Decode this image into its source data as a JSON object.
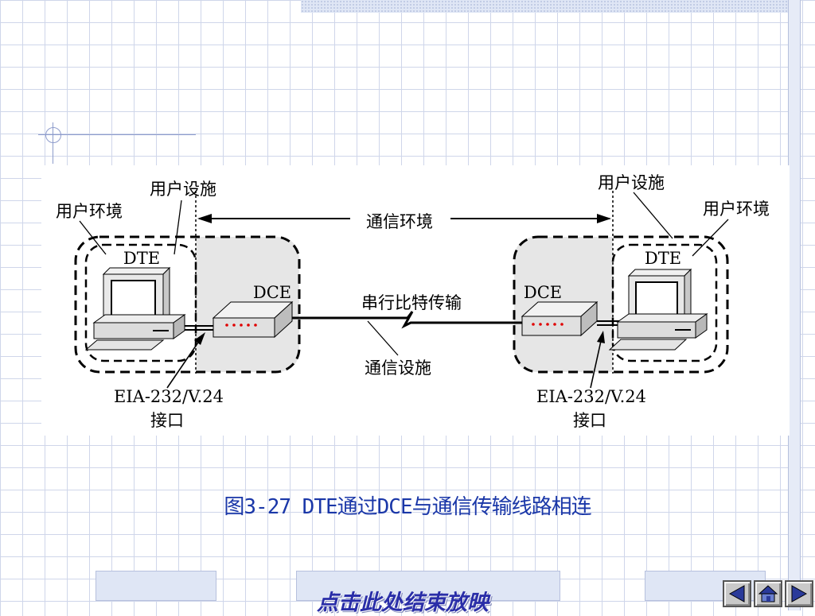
{
  "diagram": {
    "user_facility_left": "用户设施",
    "user_env_left": "用户环境",
    "dte_left": "DTE",
    "dce_left": "DCE",
    "comm_env": "通信环境",
    "serial_transmission": "串行比特传输",
    "comm_facility": "通信设施",
    "dce_right": "DCE",
    "dte_right": "DTE",
    "user_facility_right": "用户设施",
    "user_env_right": "用户环境",
    "interface_name_left": "EIA-232/V.24",
    "interface_label_left": "接口",
    "interface_name_right": "EIA-232/V.24",
    "interface_label_right": "接口"
  },
  "caption": "图3-27  DTE通过DCE与通信传输线路相连",
  "footer": {
    "end_show": "点击此处结束放映"
  },
  "colors": {
    "caption": "#1a37a8",
    "shade": "#e6e6e6",
    "grid": "#cfd6ea"
  },
  "icons": [
    "prev-arrow-icon",
    "home-icon",
    "next-arrow-icon"
  ]
}
